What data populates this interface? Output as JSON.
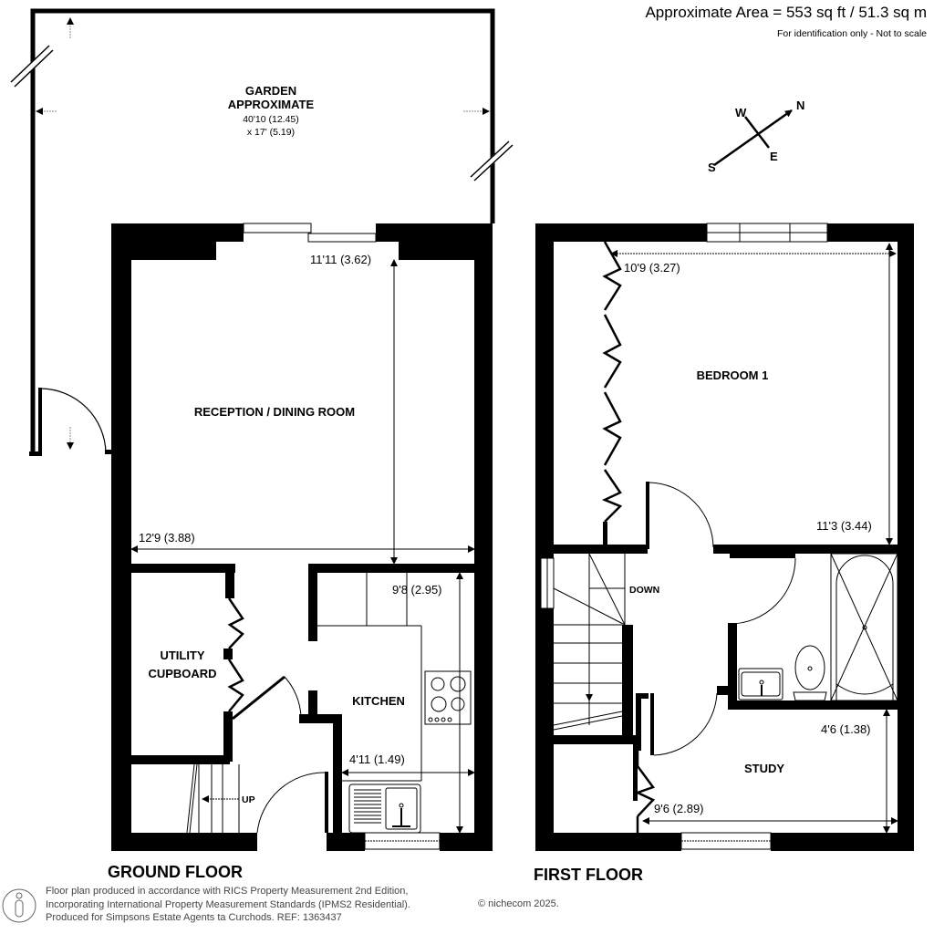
{
  "header": {
    "approximate_area": "Approximate Area = 553 sq ft / 51.3 sq m",
    "disclaimer": "For identification only - Not to scale"
  },
  "compass": {
    "n": "N",
    "s": "S",
    "e": "E",
    "w": "W"
  },
  "garden": {
    "name": "GARDEN",
    "qualifier": "APPROXIMATE",
    "dim_1": "40'10 (12.45)",
    "dim_2": "x 17' (5.19)"
  },
  "ground_floor": {
    "label": "GROUND FLOOR",
    "rooms": {
      "reception": {
        "name": "RECEPTION / DINING ROOM",
        "length": "11'11 (3.62)",
        "width": "12'9 (3.88)"
      },
      "utility": {
        "name_1": "UTILITY",
        "name_2": "CUPBOARD"
      },
      "kitchen": {
        "name": "KITCHEN",
        "length": "9'8 (2.95)",
        "width": "4'11 (1.49)"
      }
    },
    "stairs_label": "UP"
  },
  "first_floor": {
    "label": "FIRST FLOOR",
    "rooms": {
      "bedroom1": {
        "name": "BEDROOM 1",
        "width": "10'9 (3.27)",
        "length": "11'3 (3.44)"
      },
      "study": {
        "name": "STUDY",
        "length": "4'6 (1.38)",
        "width": "9'6 (2.89)"
      }
    },
    "stairs_label": "DOWN"
  },
  "footer": {
    "line_1": "Floor plan produced in accordance with RICS Property Measurement 2nd Edition,",
    "line_2": "Incorporating International Property Measurement Standards (IPMS2 Residential).",
    "line_3": "Produced for Simpsons Estate Agents ta Curchods.   REF: 1363437",
    "copyright": "© nichecom 2025."
  }
}
